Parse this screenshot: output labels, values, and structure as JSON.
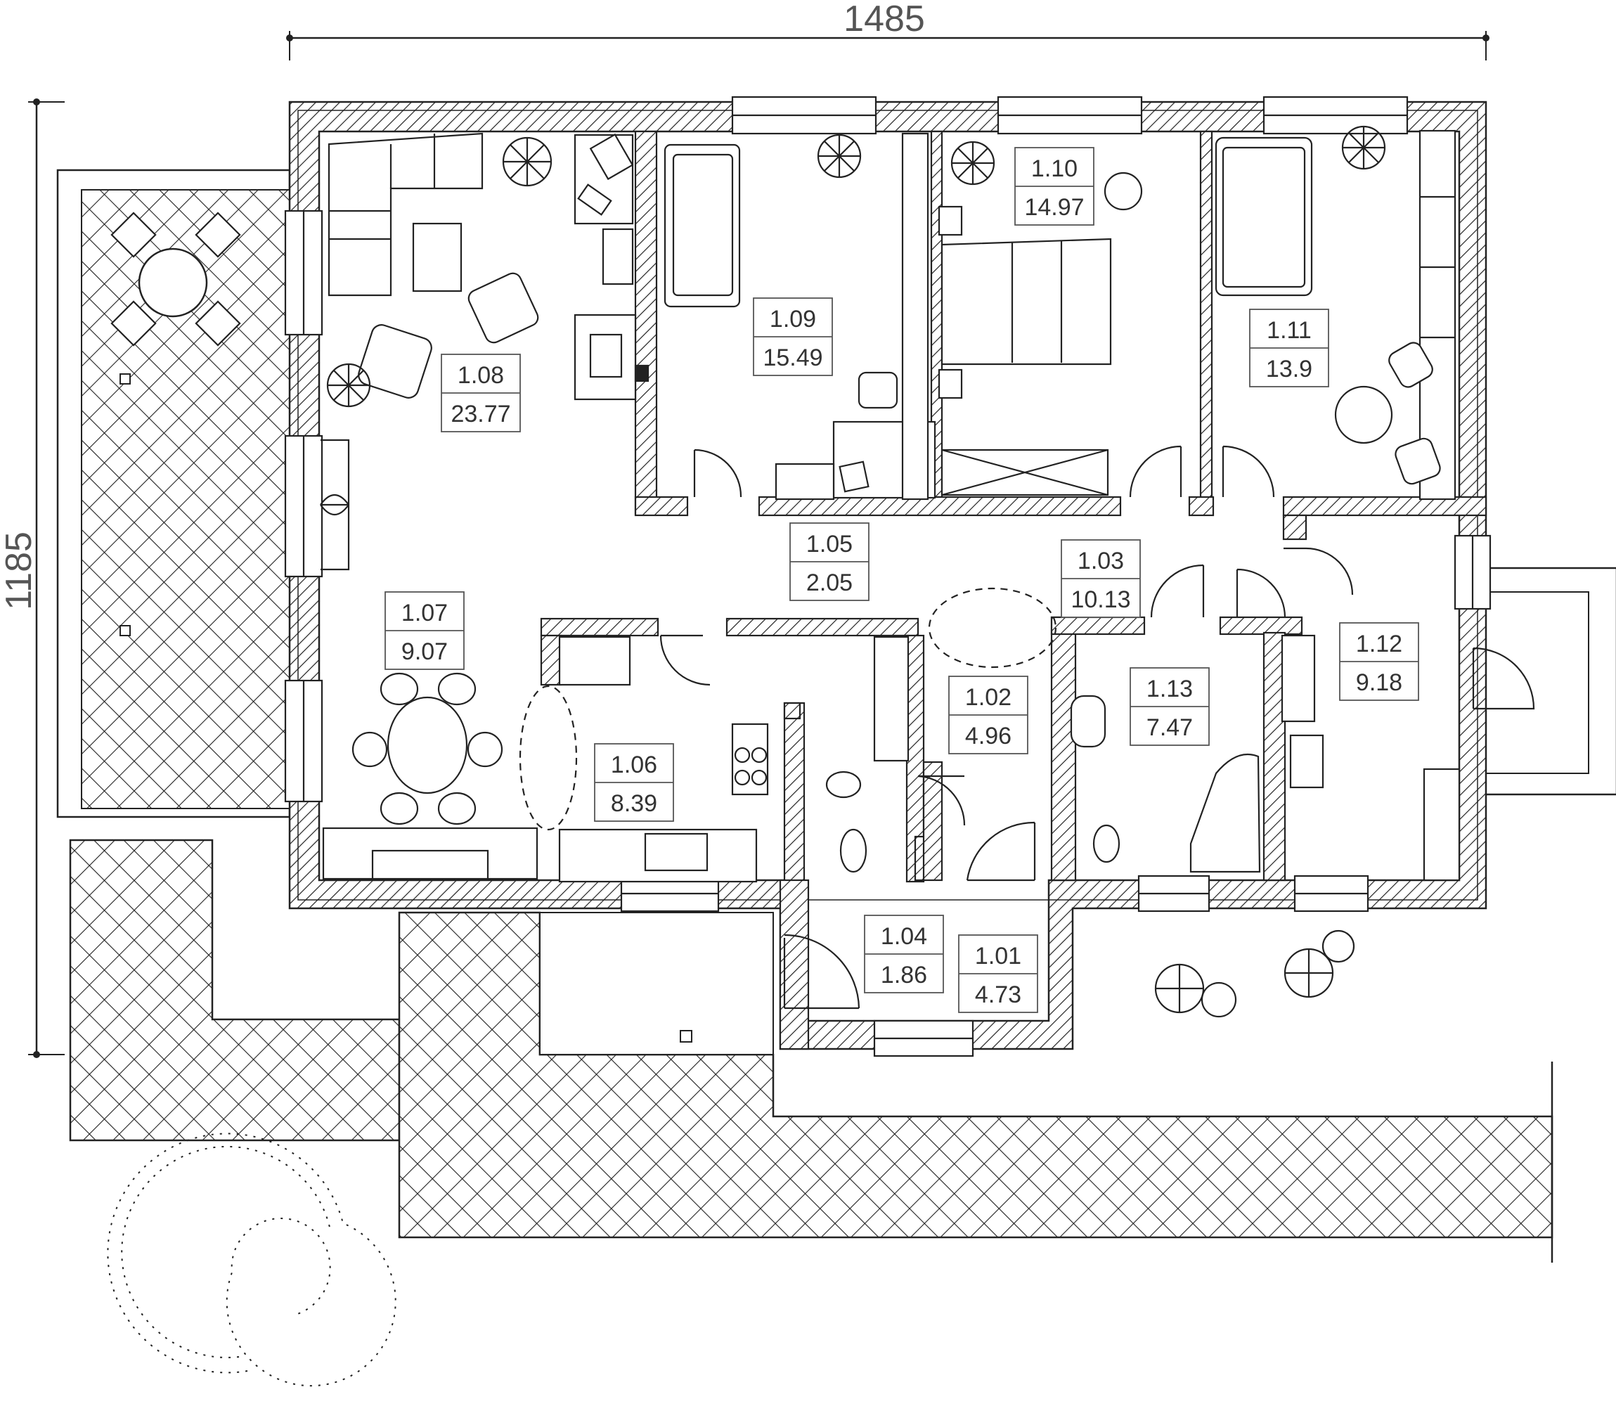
{
  "dimensions": {
    "width_label": "1485",
    "height_label": "1185"
  },
  "rooms": [
    {
      "id": "1.01",
      "area": "4.73"
    },
    {
      "id": "1.02",
      "area": "4.96"
    },
    {
      "id": "1.03",
      "area": "10.13"
    },
    {
      "id": "1.04",
      "area": "1.86"
    },
    {
      "id": "1.05",
      "area": "2.05"
    },
    {
      "id": "1.06",
      "area": "8.39"
    },
    {
      "id": "1.07",
      "area": "9.07"
    },
    {
      "id": "1.08",
      "area": "23.77"
    },
    {
      "id": "1.09",
      "area": "15.49"
    },
    {
      "id": "1.10",
      "area": "14.97"
    },
    {
      "id": "1.11",
      "area": "13.9"
    },
    {
      "id": "1.12",
      "area": "9.18"
    },
    {
      "id": "1.13",
      "area": "7.47"
    }
  ]
}
